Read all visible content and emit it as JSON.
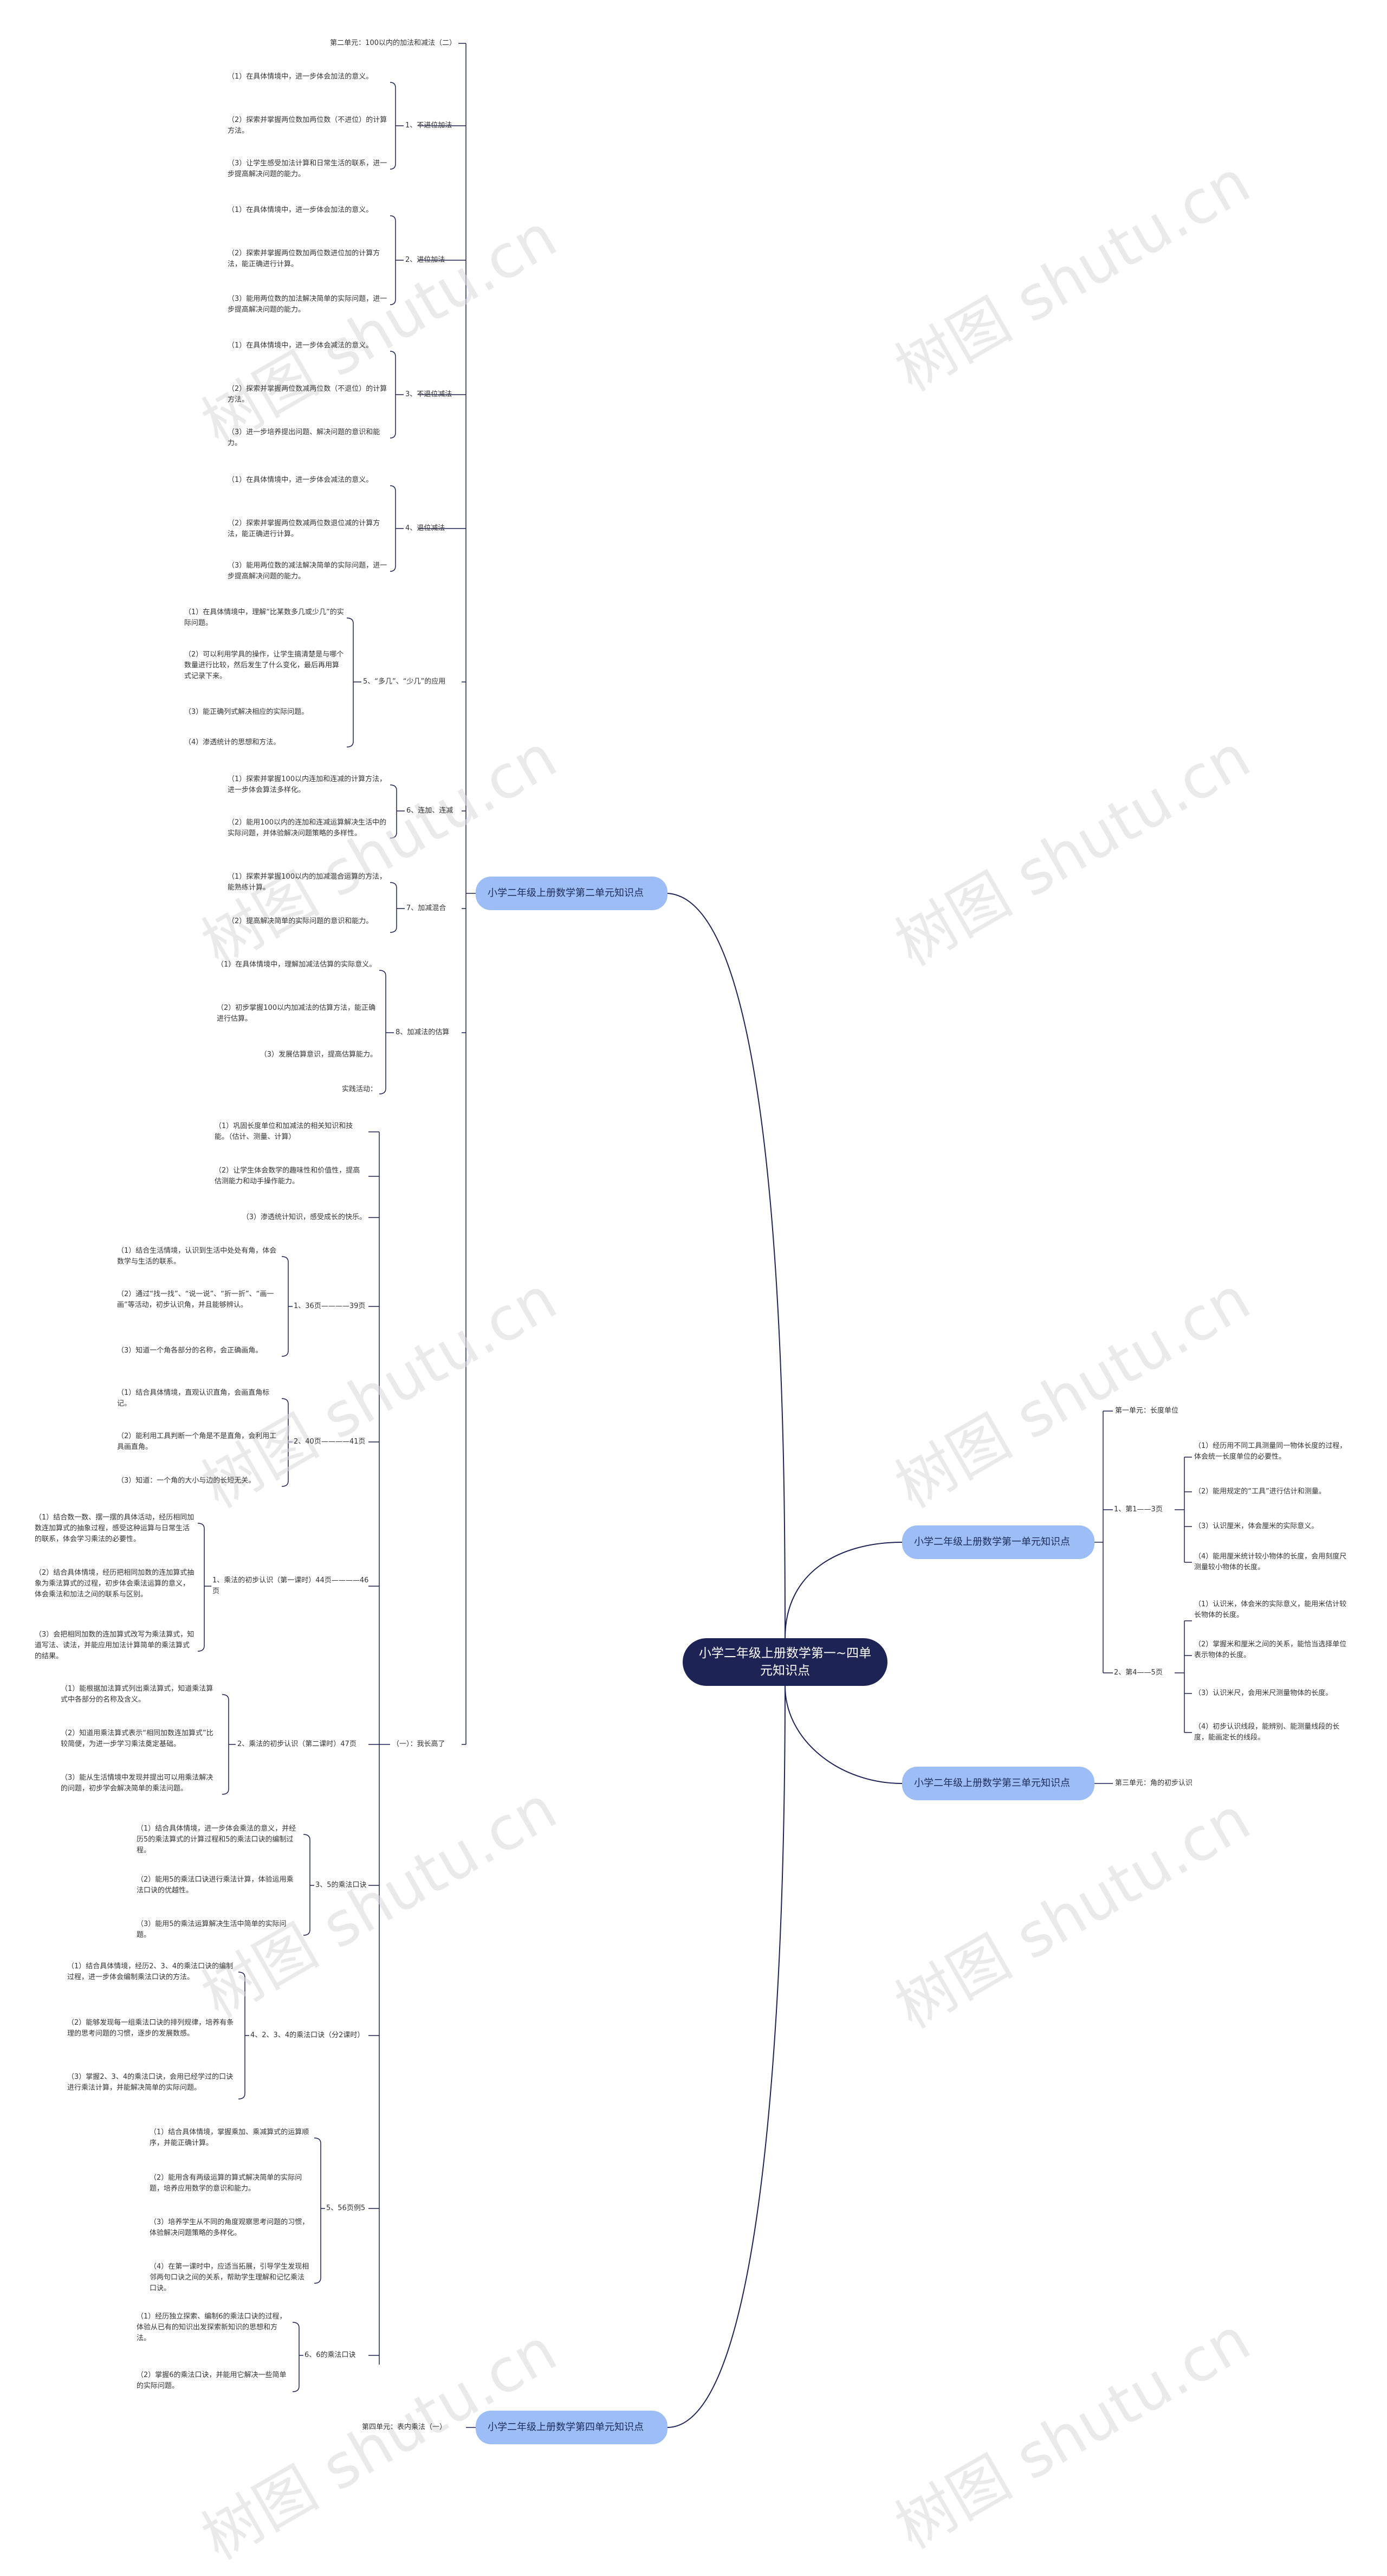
{
  "root": "小学二年级上册数学第一~四单元知识点",
  "watermark": "树图 shutu.cn",
  "colors": {
    "root": "#1e2356",
    "branch": "#9dbdf6",
    "line": "#1e2356"
  },
  "branch1": {
    "title": "小学二年级上册数学第一单元知识点",
    "unit": "第一单元：长度单位",
    "p1": {
      "title": "1、第1——3页",
      "items": [
        "（1）经历用不同工具测量同一物体长度的过程，体会统一长度单位的必要性。",
        "（2）能用规定的“工具”进行估计和测量。",
        "（3）认识厘米，体会厘米的实际意义。",
        "（4）能用厘米统计较小物体的长度，会用刻度尺测量较小物体的长度。"
      ]
    },
    "p2": {
      "title": "2、第4——5页",
      "items": [
        "（1）认识米，体会米的实际意义，能用米估计较长物体的长度。",
        "（2）掌握米和厘米之间的关系，能恰当选择单位表示物体的长度。",
        "（3）认识米尺，会用米尺测量物体的长度。",
        "（4）初步认识线段，能辨别、能测量线段的长度，能画定长的线段。"
      ]
    }
  },
  "branch2": {
    "title": "小学二年级上册数学第二单元知识点",
    "unit": "第二单元：100以内的加法和减法（二）",
    "topics": [
      {
        "title": "1、不进位加法",
        "items": [
          "（1）在具体情境中，进一步体会加法的意义。",
          "（2）探索并掌握两位数加两位数（不进位）的计算方法。",
          "（3）让学生感受加法计算和日常生活的联系，进一步提高解决问题的能力。"
        ]
      },
      {
        "title": "2、进位加法",
        "items": [
          "（1）在具体情境中，进一步体会加法的意义。",
          "（2）探索并掌握两位数加两位数进位加的计算方法，能正确进行计算。",
          "（3）能用两位数的加法解决简单的实际问题，进一步提高解决问题的能力。"
        ]
      },
      {
        "title": "3、不退位减法",
        "items": [
          "（1）在具体情境中，进一步体会减法的意义。",
          "（2）探索并掌握两位数减两位数（不退位）的计算方法。",
          "（3）进一步培养提出问题、解决问题的意识和能力。"
        ]
      },
      {
        "title": "4、退位减法",
        "items": [
          "（1）在具体情境中，进一步体会减法的意义。",
          "（2）探索并掌握两位数减两位数退位减的计算方法，能正确进行计算。",
          "（3）能用两位数的减法解决简单的实际问题，进一步提高解决问题的能力。"
        ]
      },
      {
        "title": "5、“多几”、“少几”的应用",
        "items": [
          "（1）在具体情境中，理解“比某数多几或少几”的实际问题。",
          "（2）可以利用学具的操作，让学生搞清楚是与哪个数量进行比较，然后发生了什么变化，最后再用算式记录下来。",
          "（3）能正确列式解决相应的实际问题。",
          "（4）渗透统计的思想和方法。"
        ]
      },
      {
        "title": "6、连加、连减",
        "items": [
          "（1）探索并掌握100以内连加和连减的计算方法，进一步体会算法多样化。",
          "（2）能用100以内的连加和连减运算解决生活中的实际问题，并体验解决问题策略的多样性。"
        ]
      },
      {
        "title": "7、加减混合",
        "items": [
          "（1）探索并掌握100以内的加减混合运算的方法，能熟练计算。",
          "（2）提高解决简单的实际问题的意识和能力。"
        ]
      },
      {
        "title": "8、加减法的估算",
        "items": [
          "（1）在具体情境中，理解加减法估算的实际意义。",
          "（2）初步掌握100以内加减法的估算方法，能正确进行估算。",
          "（3）发展估算意识，提高估算能力。",
          "实践活动："
        ]
      }
    ],
    "practice": {
      "title": "（一）：我长高了",
      "items": [
        "（1）巩固长度单位和加减法的相关知识和技能。（估计、测量、计算）",
        "（2）让学生体会数学的趣味性和价值性，提高估测能力和动手操作能力。",
        "（3）渗透统计知识，感受成长的快乐。"
      ]
    }
  },
  "branch3": {
    "title": "小学二年级上册数学第三单元知识点",
    "unit": "第三单元：角的初步认识"
  },
  "branch4": {
    "title": "小学二年级上册数学第四单元知识点",
    "unit": "第四单元：表内乘法（一）",
    "topics": [
      {
        "title": "1、36页————39页",
        "items": [
          "（1）结合生活情境，认识到生活中处处有角，体会数学与生活的联系。",
          "（2）通过“找一找”、“说一说”、“折一折”、“画一画”等活动，初步认识角，并且能够辨认。",
          "（3）知道一个角各部分的名称，会正确画角。"
        ]
      },
      {
        "title": "2、40页————41页",
        "items": [
          "（1）结合具体情境，直观认识直角，会画直角标记。",
          "（2）能利用工具判断一个角是不是直角，会利用工具画直角。",
          "（3）知道：一个角的大小与边的长短无关。"
        ]
      },
      {
        "title": "1、乘法的初步认识（第一课时）44页————46页",
        "items": [
          "（1）结合数一数、摆一摆的具体活动，经历相同加数连加算式的抽象过程，感受这种运算与日常生活的联系，体会学习乘法的必要性。",
          "（2）结合具体情境，经历把相同加数的连加算式抽象为乘法算式的过程，初步体会乘法运算的意义，体会乘法和加法之间的联系与区别。",
          "（3）会把相同加数的连加算式改写为乘法算式，知道写法、读法，并能应用加法计算简单的乘法算式的结果。"
        ]
      },
      {
        "title": "2、乘法的初步认识（第二课时）47页",
        "items": [
          "（1）能根据加法算式列出乘法算式，知道乘法算式中各部分的名称及含义。",
          "（2）知道用乘法算式表示“相同加数连加算式”比较简便，为进一步学习乘法奠定基础。",
          "（3）能从生活情境中发现并提出可以用乘法解决的问题，初步学会解决简单的乘法问题。"
        ]
      },
      {
        "title": "3、5的乘法口诀",
        "items": [
          "（1）结合具体情境，进一步体会乘法的意义，并经历5的乘法算式的计算过程和5的乘法口诀的编制过程。",
          "（2）能用5的乘法口诀进行乘法计算，体验运用乘法口诀的优越性。",
          "（3）能用5的乘法运算解决生活中简单的实际问题。"
        ]
      },
      {
        "title": "4、2、3、4的乘法口诀（分2课时）",
        "items": [
          "（1）结合具体情境，经历2、3、4的乘法口诀的编制过程，进一步体会编制乘法口诀的方法。",
          "（2）能够发现每一组乘法口诀的排列规律，培养有条理的思考问题的习惯，逐步的发展数感。",
          "（3）掌握2、3、4的乘法口诀，会用已经学过的口诀进行乘法计算，并能解决简单的实际问题。"
        ]
      },
      {
        "title": "5、56页例5",
        "items": [
          "（1）结合具体情境，掌握乘加、乘减算式的运算顺序，并能正确计算。",
          "（2）能用含有两级运算的算式解决简单的实际问题，培养应用数学的意识和能力。",
          "（3）培养学生从不同的角度观察思考问题的习惯，体验解决问题策略的多样化。",
          "（4）在第一课时中，应适当拓展，引导学生发现相邻两句口诀之间的关系，帮助学生理解和记忆乘法口诀。"
        ]
      },
      {
        "title": "6、6的乘法口诀",
        "items": [
          "（1）经历独立探索、编制6的乘法口诀的过程，体验从已有的知识出发探索新知识的思想和方法。",
          "（2）掌握6的乘法口诀，并能用它解决一些简单的实际问题。"
        ]
      }
    ]
  }
}
